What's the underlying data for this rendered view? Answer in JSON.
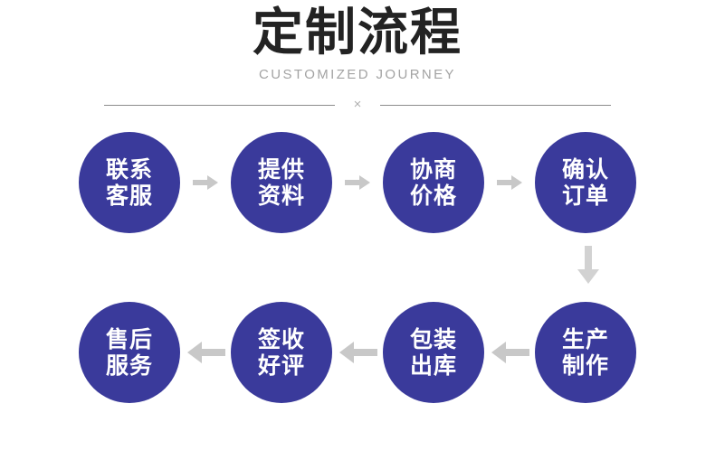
{
  "header": {
    "title": "定制流程",
    "subtitle": "CUSTOMIZED JOURNEY",
    "divider_mark": "×"
  },
  "colors": {
    "node_fill": "#3a3a9b",
    "node_text": "#ffffff",
    "arrow": "#c8c8c8",
    "title_text": "#232323",
    "subtitle_text": "#a3a3a3",
    "divider_line": "#8c8c8c",
    "background": "#ffffff"
  },
  "flow": {
    "rows": [
      {
        "direction": "right",
        "nodes": [
          {
            "line1": "联系",
            "line2": "客服"
          },
          {
            "line1": "提供",
            "line2": "资料"
          },
          {
            "line1": "协商",
            "line2": "价格"
          },
          {
            "line1": "确认",
            "line2": "订单"
          }
        ]
      },
      {
        "direction": "left",
        "nodes": [
          {
            "line1": "售后",
            "line2": "服务"
          },
          {
            "line1": "签收",
            "line2": "好评"
          },
          {
            "line1": "包装",
            "line2": "出库"
          },
          {
            "line1": "生产",
            "line2": "制作"
          }
        ]
      }
    ]
  }
}
